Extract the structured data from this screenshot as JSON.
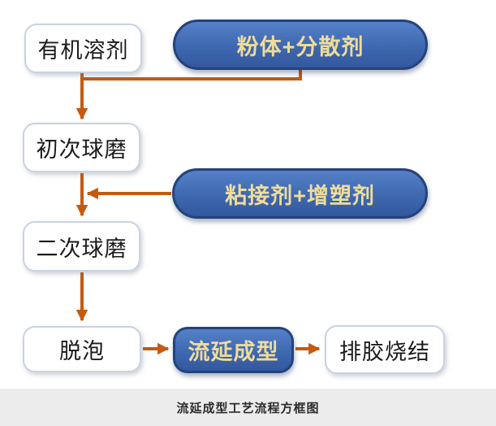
{
  "diagram": {
    "caption": "流延成型工艺流程方框图",
    "nodes": {
      "organic_solvent": "有机溶剂",
      "powder_dispersant": "粉体+分散剂",
      "first_ball_milling": "初次球磨",
      "binder_plasticizer": "粘接剂+增塑剂",
      "second_ball_milling": "二次球磨",
      "defoaming": "脱泡",
      "tape_casting": "流延成型",
      "debinding_sintering": "排胶烧结"
    },
    "edges": [
      {
        "from": "organic_solvent",
        "to": "first_ball_milling"
      },
      {
        "from": "powder_dispersant",
        "to": "first_ball_milling"
      },
      {
        "from": "first_ball_milling",
        "to": "second_ball_milling"
      },
      {
        "from": "binder_plasticizer",
        "to": "second_ball_milling"
      },
      {
        "from": "second_ball_milling",
        "to": "defoaming"
      },
      {
        "from": "defoaming",
        "to": "tape_casting"
      },
      {
        "from": "tape_casting",
        "to": "debinding_sintering"
      }
    ],
    "colors": {
      "arrow": "#C55A11",
      "pill_fill_top": "#5581C9",
      "pill_fill": "#3E68B0",
      "pill_fill_bottom": "#33589E",
      "pill_border": "#24427C",
      "pill_text": "#EFDC9A",
      "box_fill": "#FFFFFF",
      "box_border": "#C9D3E0",
      "box_text": "#1B1B1B",
      "caption_bg": "#ECECEC",
      "caption_text": "#2B2B2B"
    }
  }
}
